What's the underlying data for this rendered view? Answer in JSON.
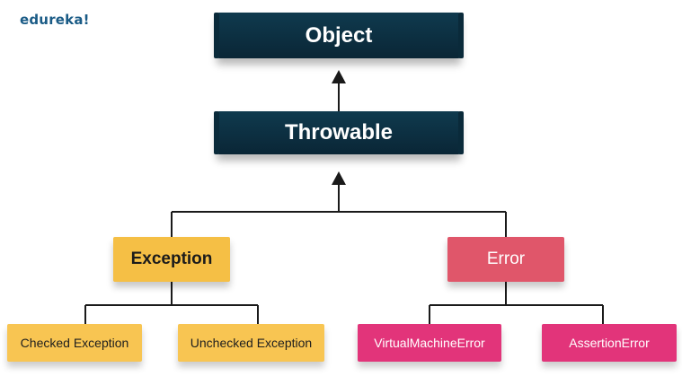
{
  "brand": {
    "logo_text": "edureka!"
  },
  "colors": {
    "header_dark": "#0d3346",
    "exception": "#f5bf45",
    "error": "#e0566a",
    "error_children": "#e2347a",
    "connector": "#1a1a1a"
  },
  "diagram": {
    "root": {
      "label": "Object"
    },
    "throwable": {
      "label": "Throwable"
    },
    "exception": {
      "label": "Exception",
      "children": [
        "Checked Exception",
        "Unchecked Exception"
      ]
    },
    "error": {
      "label": "Error",
      "children": [
        "VirtualMachineError",
        "AssertionError"
      ]
    },
    "edges": [
      {
        "from": "Throwable",
        "to": "Object"
      },
      {
        "from": "Exception",
        "to": "Throwable"
      },
      {
        "from": "Error",
        "to": "Throwable"
      },
      {
        "from": "Checked Exception",
        "to": "Exception"
      },
      {
        "from": "Unchecked Exception",
        "to": "Exception"
      },
      {
        "from": "VirtualMachineError",
        "to": "Error"
      },
      {
        "from": "AssertionError",
        "to": "Error"
      }
    ]
  }
}
